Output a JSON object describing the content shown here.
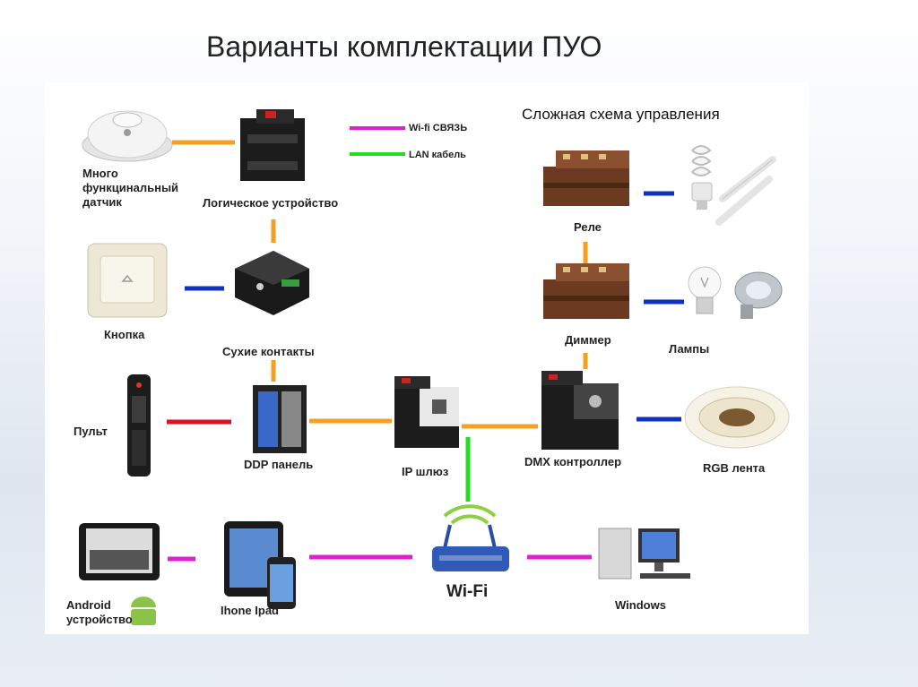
{
  "title": "Варианты комплектации ПУО",
  "subtitle": "Сложная схема управления",
  "legend": {
    "wifi": "Wi-fi СВЯЗЬ",
    "lan": "LAN кабель"
  },
  "nodes": {
    "sensor": "Много\nфункцинальный\nдатчик",
    "logic": "Логическое устройство",
    "button": "Кнопка",
    "dry_contacts": "Сухие контакты",
    "remote": "Пульт",
    "ddp": "DDP панель",
    "ip_gateway": "IP шлюз",
    "dmx": "DMX контроллер",
    "rgb": "RGB лента",
    "relay": "Реле",
    "dimmer": "Диммер",
    "lamps": "Лампы",
    "android": "Android\nустройство",
    "iphone": "Ihone Ipad",
    "wifi": "Wi-Fi",
    "windows": "Windows"
  },
  "colors": {
    "wifi_link": "#e020d0",
    "lan_link": "#22dd22",
    "orange_link": "#f5a020",
    "blue_link": "#1030c0",
    "red_link": "#e01020"
  }
}
